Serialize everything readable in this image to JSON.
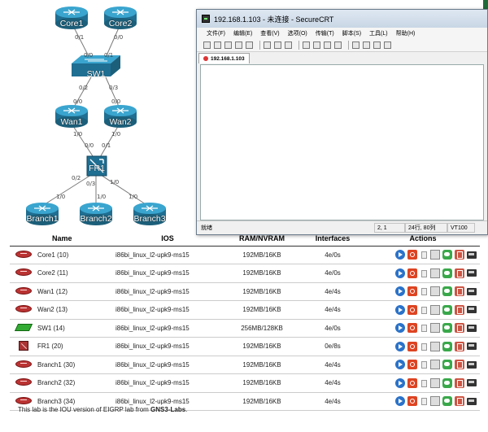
{
  "topology": {
    "nodes": [
      {
        "id": "core1",
        "label": "Core1"
      },
      {
        "id": "core2",
        "label": "Core2"
      },
      {
        "id": "sw1",
        "label": "SW1"
      },
      {
        "id": "wan1",
        "label": "Wan1"
      },
      {
        "id": "wan2",
        "label": "Wan2"
      },
      {
        "id": "fr1",
        "label": "FR1"
      },
      {
        "id": "branch1",
        "label": "Branch1"
      },
      {
        "id": "branch2",
        "label": "Branch2"
      },
      {
        "id": "branch3",
        "label": "Branch3"
      }
    ],
    "port_labels": {
      "core1_sw1": "0/1",
      "sw1_core1": "0/0",
      "core2_sw1": "0/0",
      "sw1_core2": "0/1",
      "sw1_wan1": "0/2",
      "wan1_sw1": "0/0",
      "sw1_wan2": "0/3",
      "wan2_sw1": "0/0",
      "wan1_fr1": "1/0",
      "fr1_wan1": "0/0",
      "wan2_fr1": "1/0",
      "fr1_wan2": "0/1",
      "fr1_branch1": "0/2",
      "branch1_fr1": "1/0",
      "fr1_branch2": "0/3",
      "branch2_fr1": "1/0",
      "fr1_branch3": "1/0",
      "branch3_fr1": "1/0"
    }
  },
  "securecrt": {
    "title": "192.168.1.103 - 未连接 - SecureCRT",
    "menu": [
      "文件(F)",
      "编辑(E)",
      "查看(V)",
      "选项(O)",
      "传输(T)",
      "脚本(S)",
      "工具(L)",
      "帮助(H)"
    ],
    "tab_label": "192.168.1.103",
    "status_text": "就绪",
    "status_pos": "2,  1",
    "status_size": "24行, 80列",
    "status_term": "VT100"
  },
  "table": {
    "headers": {
      "name": "Name",
      "ios": "IOS",
      "ram": "RAM/NVRAM",
      "interfaces": "Interfaces",
      "actions": "Actions"
    },
    "rows": [
      {
        "type": "router",
        "name": "Core1 (10)",
        "ios": "i86bi_linux_l2-upk9-ms15",
        "ram": "192MB/16KB",
        "interfaces": "4e/0s"
      },
      {
        "type": "router",
        "name": "Core2 (11)",
        "ios": "i86bi_linux_l2-upk9-ms15",
        "ram": "192MB/16KB",
        "interfaces": "4e/0s"
      },
      {
        "type": "router",
        "name": "Wan1 (12)",
        "ios": "i86bi_linux_l2-upk9-ms15",
        "ram": "192MB/16KB",
        "interfaces": "4e/4s"
      },
      {
        "type": "router",
        "name": "Wan2 (13)",
        "ios": "i86bi_linux_l2-upk9-ms15",
        "ram": "192MB/16KB",
        "interfaces": "4e/4s"
      },
      {
        "type": "switch",
        "name": "SW1 (14)",
        "ios": "i86bi_linux_l2-upk9-ms15",
        "ram": "256MB/128KB",
        "interfaces": "4e/0s"
      },
      {
        "type": "frswitch",
        "name": "FR1 (20)",
        "ios": "i86bi_linux_l2-upk9-ms15",
        "ram": "192MB/16KB",
        "interfaces": "0e/8s"
      },
      {
        "type": "router",
        "name": "Branch1 (30)",
        "ios": "i86bi_linux_l2-upk9-ms15",
        "ram": "192MB/16KB",
        "interfaces": "4e/4s"
      },
      {
        "type": "router",
        "name": "Branch2 (32)",
        "ios": "i86bi_linux_l2-upk9-ms15",
        "ram": "192MB/16KB",
        "interfaces": "4e/4s"
      },
      {
        "type": "router",
        "name": "Branch3 (34)",
        "ios": "i86bi_linux_l2-upk9-ms15",
        "ram": "192MB/16KB",
        "interfaces": "4e/4s"
      }
    ]
  },
  "footer": {
    "prefix": "This lab is the IOU version of EIGRP lab from ",
    "brand": "GNS3-Labs",
    "suffix": "."
  },
  "colors": {
    "router": "#2c8fb5",
    "router_dark": "#1c5f7a",
    "accent_stop": "#dd4422",
    "accent_start": "#2a72c9"
  }
}
